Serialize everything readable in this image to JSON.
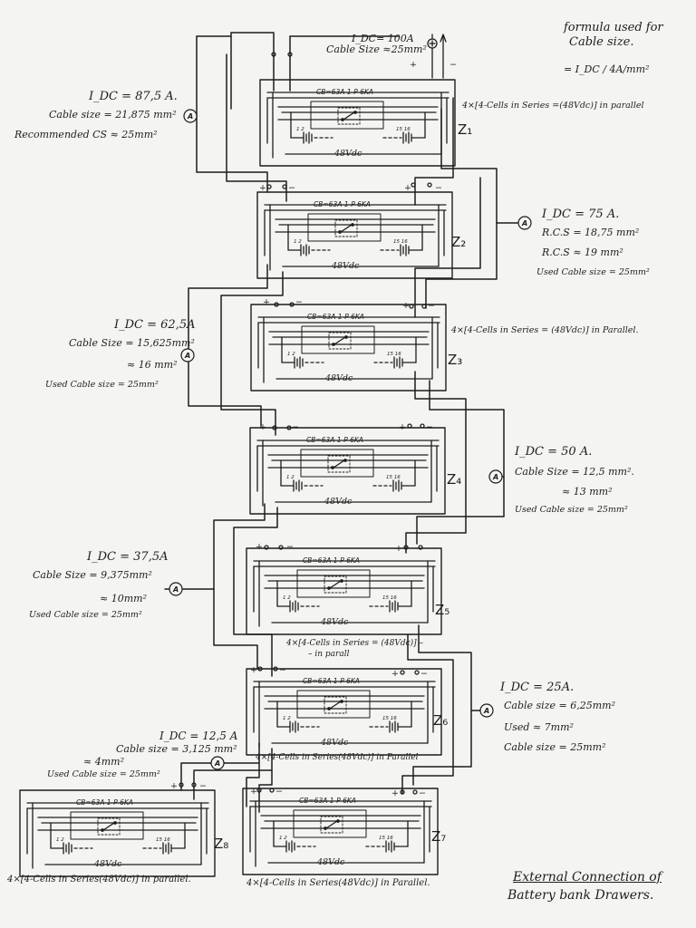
{
  "title": {
    "line1": "External Connection of",
    "line2": "Battery bank Drawers."
  },
  "formula": {
    "line1": "formula used for",
    "line2": "Cable size.",
    "eq": "= I_DC / 4A/mm²"
  },
  "top_supply": {
    "current": "I_DC= 100A",
    "cable": "Cable Size ≈25mm²"
  },
  "drawer_template": {
    "breaker": "CB=63A 1-P 6KA",
    "voltage": "48Vdc",
    "cells_left": "1 2",
    "cells_right": "15 16"
  },
  "drawers": [
    {
      "id": "Z1",
      "label": "Z₁"
    },
    {
      "id": "Z2",
      "label": "Z₂"
    },
    {
      "id": "Z3",
      "label": "Z₃"
    },
    {
      "id": "Z4",
      "label": "Z₄"
    },
    {
      "id": "Z5",
      "label": "Z₅"
    },
    {
      "id": "Z6",
      "label": "Z₆"
    },
    {
      "id": "Z7",
      "label": "Z₇"
    },
    {
      "id": "Z8",
      "label": "Z₈"
    }
  ],
  "parallel_notes": {
    "z1": "4×[4-Cells in Series =(48Vdc)] in parallel",
    "z3": "4×[4-Cells in Series = (48Vdc)] in Parallel.",
    "z5_a": "4×[4-Cells in Series = (48Vdc)] –",
    "z5_b": "– in parall",
    "z6": "4×[4-Cells in Series(48Vdc)] in Parallel",
    "z7": "4×[4-Cells in Series(48Vdc)] in Parallel.",
    "z8": "4×[4-Cells in Series(48Vdc)] in parallel."
  },
  "annotations": {
    "a875": {
      "l1": "I_DC = 87,5 A.",
      "l2": "Cable size = 21,875 mm²",
      "l3": "Recommended CS ≈ 25mm²"
    },
    "a75": {
      "l1": "I_DC = 75 A.",
      "l2": "R.C.S = 18,75 mm²",
      "l3": "R.C.S ≈ 19 mm²",
      "l4": "Used Cable size = 25mm²"
    },
    "a625": {
      "l1": "I_DC = 62,5A",
      "l2": "Cable Size = 15,625mm²",
      "l3": "≈ 16 mm²",
      "l4": "Used Cable size = 25mm²"
    },
    "a50": {
      "l1": "I_DC = 50 A.",
      "l2": "Cable Size = 12,5 mm².",
      "l3": "≈ 13 mm²",
      "l4": "Used Cable size = 25mm²"
    },
    "a375": {
      "l1": "I_DC = 37,5A",
      "l2": "Cable Size = 9,375mm²",
      "l3": "≈ 10mm²",
      "l4": "Used Cable size = 25mm²"
    },
    "a25": {
      "l1": "I_DC = 25A.",
      "l2": "Cable size = 6,25mm²",
      "l3": "Used ≈ 7mm²",
      "l4": "Cable size = 25mm²"
    },
    "a125": {
      "l1": "I_DC = 12,5 A",
      "l2": "Cable size = 3,125 mm²",
      "l3": "≈ 4mm²",
      "l4": "Used Cable size = 25mm²"
    }
  },
  "ammeter_symbol": "A",
  "icons": {
    "ammeter": "ammeter-icon",
    "battery": "battery-icon",
    "breaker": "circuit-breaker-icon"
  }
}
